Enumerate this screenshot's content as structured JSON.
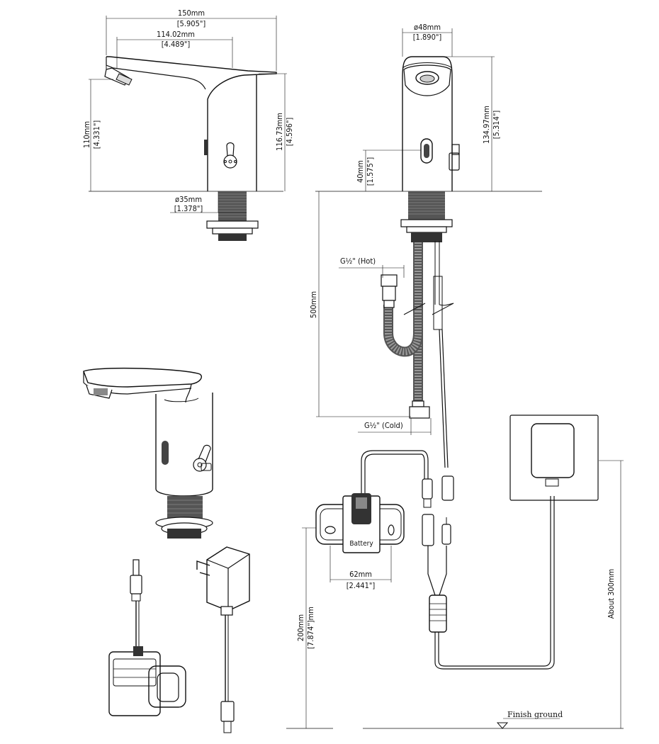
{
  "dimensions": {
    "width_total_mm": "150mm",
    "width_total_in": "[5.905\"]",
    "spout_reach_mm": "114.02mm",
    "spout_reach_in": "[4.489\"]",
    "height_mm": "110mm",
    "height_in": "[4.331\"]",
    "height2_mm": "116.73mm",
    "height2_in": "[4.596\"]",
    "shank_dia_mm": "ø35mm",
    "shank_dia_in": "[1.378\"]",
    "body_dia_mm": "ø48mm",
    "body_dia_in": "[1.890\"]",
    "front_height_mm": "134.97mm",
    "front_height_in": "[5.314\"]",
    "sensor_height_mm": "40mm",
    "sensor_height_in": "[1.575\"]",
    "hose_length": "500mm",
    "box_width_mm": "62mm",
    "box_width_in": "[2.441\"]",
    "cable_200_mm": "200mm",
    "cable_200_in": "[7.874\"]mm",
    "cable_300": "About  300mm"
  },
  "labels": {
    "hot_inlet": "G½\" (Hot)",
    "cold_inlet": "G½\" (Cold)",
    "battery": "Battery",
    "finish_ground": "Finish ground"
  }
}
